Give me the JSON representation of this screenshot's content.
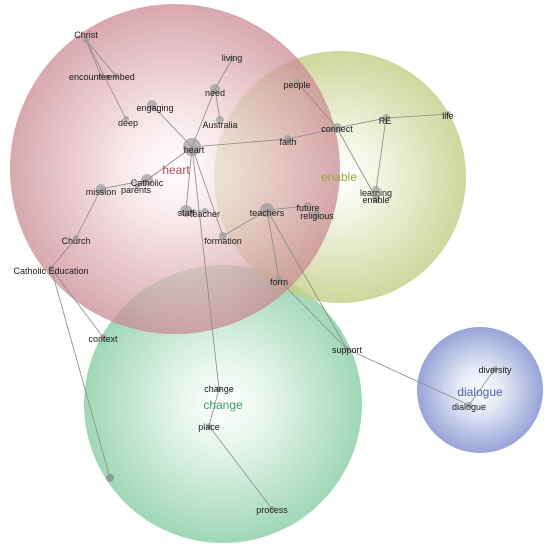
{
  "themes": [
    {
      "id": "heart",
      "label": "heart",
      "color": "#b24a55"
    },
    {
      "id": "enable",
      "label": "enable",
      "color": "#9aa83a"
    },
    {
      "id": "change",
      "label": "change",
      "color": "#3f9d6a"
    },
    {
      "id": "dialogue",
      "label": "dialogue",
      "color": "#4f62a8"
    }
  ],
  "terms": [
    {
      "id": "christ",
      "label": "Christ",
      "theme": "heart"
    },
    {
      "id": "encounter",
      "label": "encounter",
      "theme": "heart"
    },
    {
      "id": "embed",
      "label": "embed",
      "theme": "heart"
    },
    {
      "id": "deep",
      "label": "deep",
      "theme": "heart"
    },
    {
      "id": "engaging",
      "label": "engaging",
      "theme": "heart"
    },
    {
      "id": "living",
      "label": "living",
      "theme": "heart"
    },
    {
      "id": "need",
      "label": "need",
      "theme": "heart"
    },
    {
      "id": "australia",
      "label": "Australia",
      "theme": "heart"
    },
    {
      "id": "heart",
      "label": "heart",
      "theme": "heart"
    },
    {
      "id": "catholic",
      "label": "Catholic",
      "theme": "heart"
    },
    {
      "id": "parents",
      "label": "parents",
      "theme": "heart"
    },
    {
      "id": "mission",
      "label": "mission",
      "theme": "heart"
    },
    {
      "id": "staff",
      "label": "staff",
      "theme": "heart"
    },
    {
      "id": "teacher",
      "label": "teacher",
      "theme": "heart"
    },
    {
      "id": "formation",
      "label": "formation",
      "theme": "heart"
    },
    {
      "id": "church",
      "label": "Church",
      "theme": "heart"
    },
    {
      "id": "catholic_education",
      "label": "Catholic Education",
      "theme": "heart"
    },
    {
      "id": "people",
      "label": "people",
      "theme": "enable"
    },
    {
      "id": "faith",
      "label": "faith",
      "theme": "enable"
    },
    {
      "id": "connect",
      "label": "connect",
      "theme": "enable"
    },
    {
      "id": "re",
      "label": "RE",
      "theme": "enable"
    },
    {
      "id": "life",
      "label": "life",
      "theme": "enable"
    },
    {
      "id": "learning",
      "label": "learning",
      "theme": "enable"
    },
    {
      "id": "enable",
      "label": "enable",
      "theme": "enable"
    },
    {
      "id": "teachers",
      "label": "teachers",
      "theme": "enable"
    },
    {
      "id": "future",
      "label": "future",
      "theme": "enable"
    },
    {
      "id": "religious",
      "label": "religious",
      "theme": "enable"
    },
    {
      "id": "form",
      "label": "form",
      "theme": "enable"
    },
    {
      "id": "context",
      "label": "context",
      "theme": "change"
    },
    {
      "id": "support",
      "label": "support",
      "theme": "change"
    },
    {
      "id": "change",
      "label": "change",
      "theme": "change"
    },
    {
      "id": "place",
      "label": "place",
      "theme": "change"
    },
    {
      "id": "process",
      "label": "process",
      "theme": "change"
    },
    {
      "id": "diversity",
      "label": "diversity",
      "theme": "dialogue"
    },
    {
      "id": "dialogue",
      "label": "dialogue",
      "theme": "dialogue"
    }
  ],
  "links": [
    [
      "christ",
      "encounter"
    ],
    [
      "christ",
      "embed"
    ],
    [
      "christ",
      "deep"
    ],
    [
      "encounter",
      "embed"
    ],
    [
      "engaging",
      "heart"
    ],
    [
      "heart",
      "need"
    ],
    [
      "need",
      "living"
    ],
    [
      "need",
      "australia"
    ],
    [
      "heart",
      "catholic"
    ],
    [
      "catholic",
      "parents"
    ],
    [
      "catholic",
      "mission"
    ],
    [
      "mission",
      "church"
    ],
    [
      "church",
      "catholic_education"
    ],
    [
      "heart",
      "faith"
    ],
    [
      "faith",
      "connect"
    ],
    [
      "connect",
      "people"
    ],
    [
      "connect",
      "re"
    ],
    [
      "re",
      "life"
    ],
    [
      "re",
      "learning"
    ],
    [
      "connect",
      "enable"
    ],
    [
      "heart",
      "staff"
    ],
    [
      "staff",
      "teacher"
    ],
    [
      "heart",
      "formation"
    ],
    [
      "teachers",
      "future"
    ],
    [
      "teachers",
      "formation"
    ],
    [
      "teachers",
      "form"
    ],
    [
      "teachers",
      "support"
    ],
    [
      "support",
      "dialogue"
    ],
    [
      "heart",
      "change"
    ],
    [
      "change",
      "place"
    ],
    [
      "place",
      "process"
    ],
    [
      "diversity",
      "dialogue"
    ],
    [
      "catholic_education",
      "context"
    ],
    [
      "catholic_education",
      "dot"
    ],
    [
      "form",
      "support"
    ]
  ]
}
